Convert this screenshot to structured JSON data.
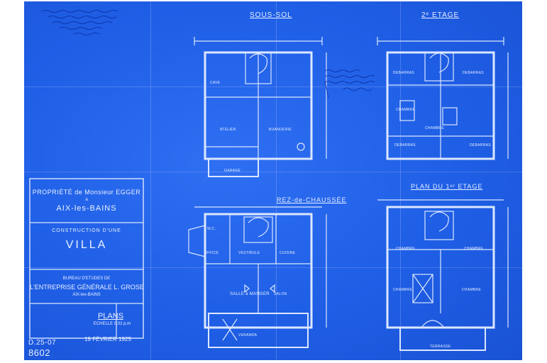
{
  "plans": {
    "sous_sol": {
      "title": "SOUS-SOL",
      "rooms": [
        "CAVE",
        "ATELIER",
        "BUANDERIE",
        "GARAGE"
      ]
    },
    "deuxieme": {
      "title": "2ᵉ ETAGE",
      "rooms": [
        "DEBARRAS",
        "DEBARRAS",
        "CHAMBRE",
        "CHAMBRE",
        "DEBARRAS",
        "DEBARRAS"
      ]
    },
    "rez": {
      "title": "REZ-de-CHAUSSÉE",
      "rooms": [
        "W.C.",
        "OFFICE",
        "VESTIBULE",
        "CUISINE",
        "SALLE à MANGER",
        "SALON",
        "VERANDA"
      ]
    },
    "premier": {
      "title": "PLAN DU 1ᵉʳ ETAGE",
      "rooms": [
        "CHAMBRE",
        "CHAMBRE",
        "CHAMBRE",
        "CHAMBRE",
        "TERRASSE"
      ]
    }
  },
  "cartouche": {
    "line1": "PROPRIÉTÉ de Monsieur EGGER",
    "line2": "à",
    "line3": "AIX-les-BAINS",
    "line4": "CONSTRUCTION D'UNE",
    "line5": "VILLA",
    "line6": "BUREAU D'ETUDES DE",
    "line7": "L'ENTREPRISE GÉNÉRALE L. GROSE",
    "line8": "AIX-les-BAINS",
    "line9": "PLANS",
    "line10": "ECHELLE 0.02 p.m",
    "date": "19 FÉVRIER 1925"
  },
  "reference": {
    "code": "D.25-07",
    "number": "8602"
  }
}
